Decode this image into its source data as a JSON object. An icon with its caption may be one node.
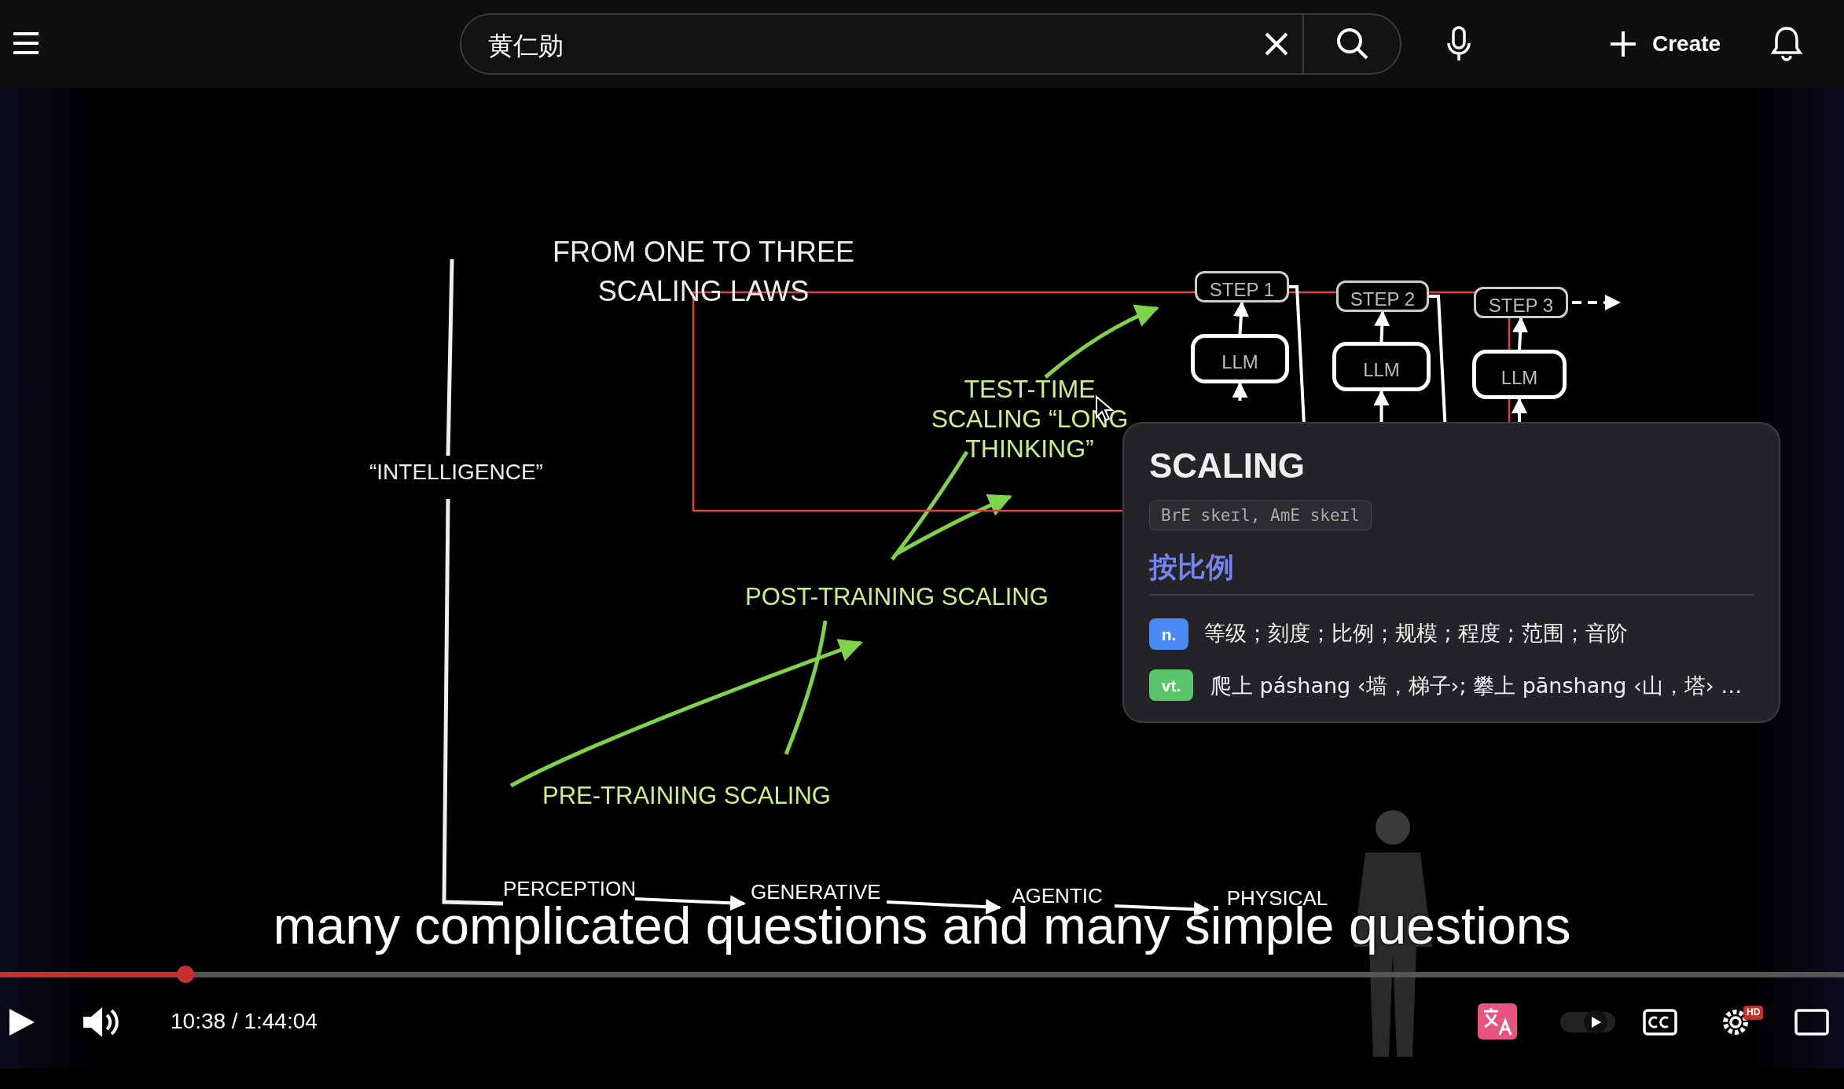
{
  "diagram": {
    "title": "FROM ONE TO THREE SCALING LAWS",
    "nodes": [
      {
        "text": [
          "PERCEPTION"
        ]
      },
      {
        "text": [
          "GENERATIVE"
        ]
      },
      {
        "text": [
          "AGENTIC"
        ]
      },
      {
        "text": [
          "PHYSICAL"
        ]
      },
      {
        "text": [
          "STEP 1"
        ]
      },
      {
        "text": [
          "LLM"
        ]
      },
      {
        "text": [
          "STEP 2"
        ]
      },
      {
        "text": [
          "LLM"
        ]
      },
      {
        "text": [
          "STEP 3"
        ]
      },
      {
        "text": [
          "LLM"
        ]
      }
    ],
    "edges": [
      {
        "from": 0,
        "to": 1,
        "arrow": "to"
      },
      {
        "from": 1,
        "to": 2,
        "arrow": "to"
      },
      {
        "from": 2,
        "to": 3,
        "arrow": "to"
      },
      {
        "from": 5,
        "to": 4,
        "arrow": "to"
      },
      {
        "from": 7,
        "to": 6,
        "arrow": "to"
      },
      {
        "from": 9,
        "to": 8,
        "arrow": "to"
      },
      {
        "from": 4,
        "to": 7,
        "arrow": "to"
      },
      {
        "from": 6,
        "to": 9,
        "arrow": "to"
      },
      {
        "from": null,
        "to": 5,
        "arrow": "to"
      },
      {
        "from": 8,
        "to": null,
        "arrow": "to",
        "style": "dashed"
      }
    ],
    "labels": [
      "黄仁勋",
      "Create",
      "“INTELLIGENCE”",
      "TEST-TIME SCALING “LONG THINKING”",
      "POST-TRAINING SCALING",
      "PRE-TRAINING SCALING",
      "SCALING",
      "BrE skeɪl, AmE skeɪl",
      "按比例",
      "n.",
      "等级；刻度；比例；规模 ; 程度 ; 范围；音阶",
      "vt.",
      "爬上 páshang ‹墙，梯子›; 攀上 pānshang ‹山，塔› …",
      "many complicated questions and many simple questions",
      "10:38 / 1:44:04",
      "HD"
    ]
  }
}
